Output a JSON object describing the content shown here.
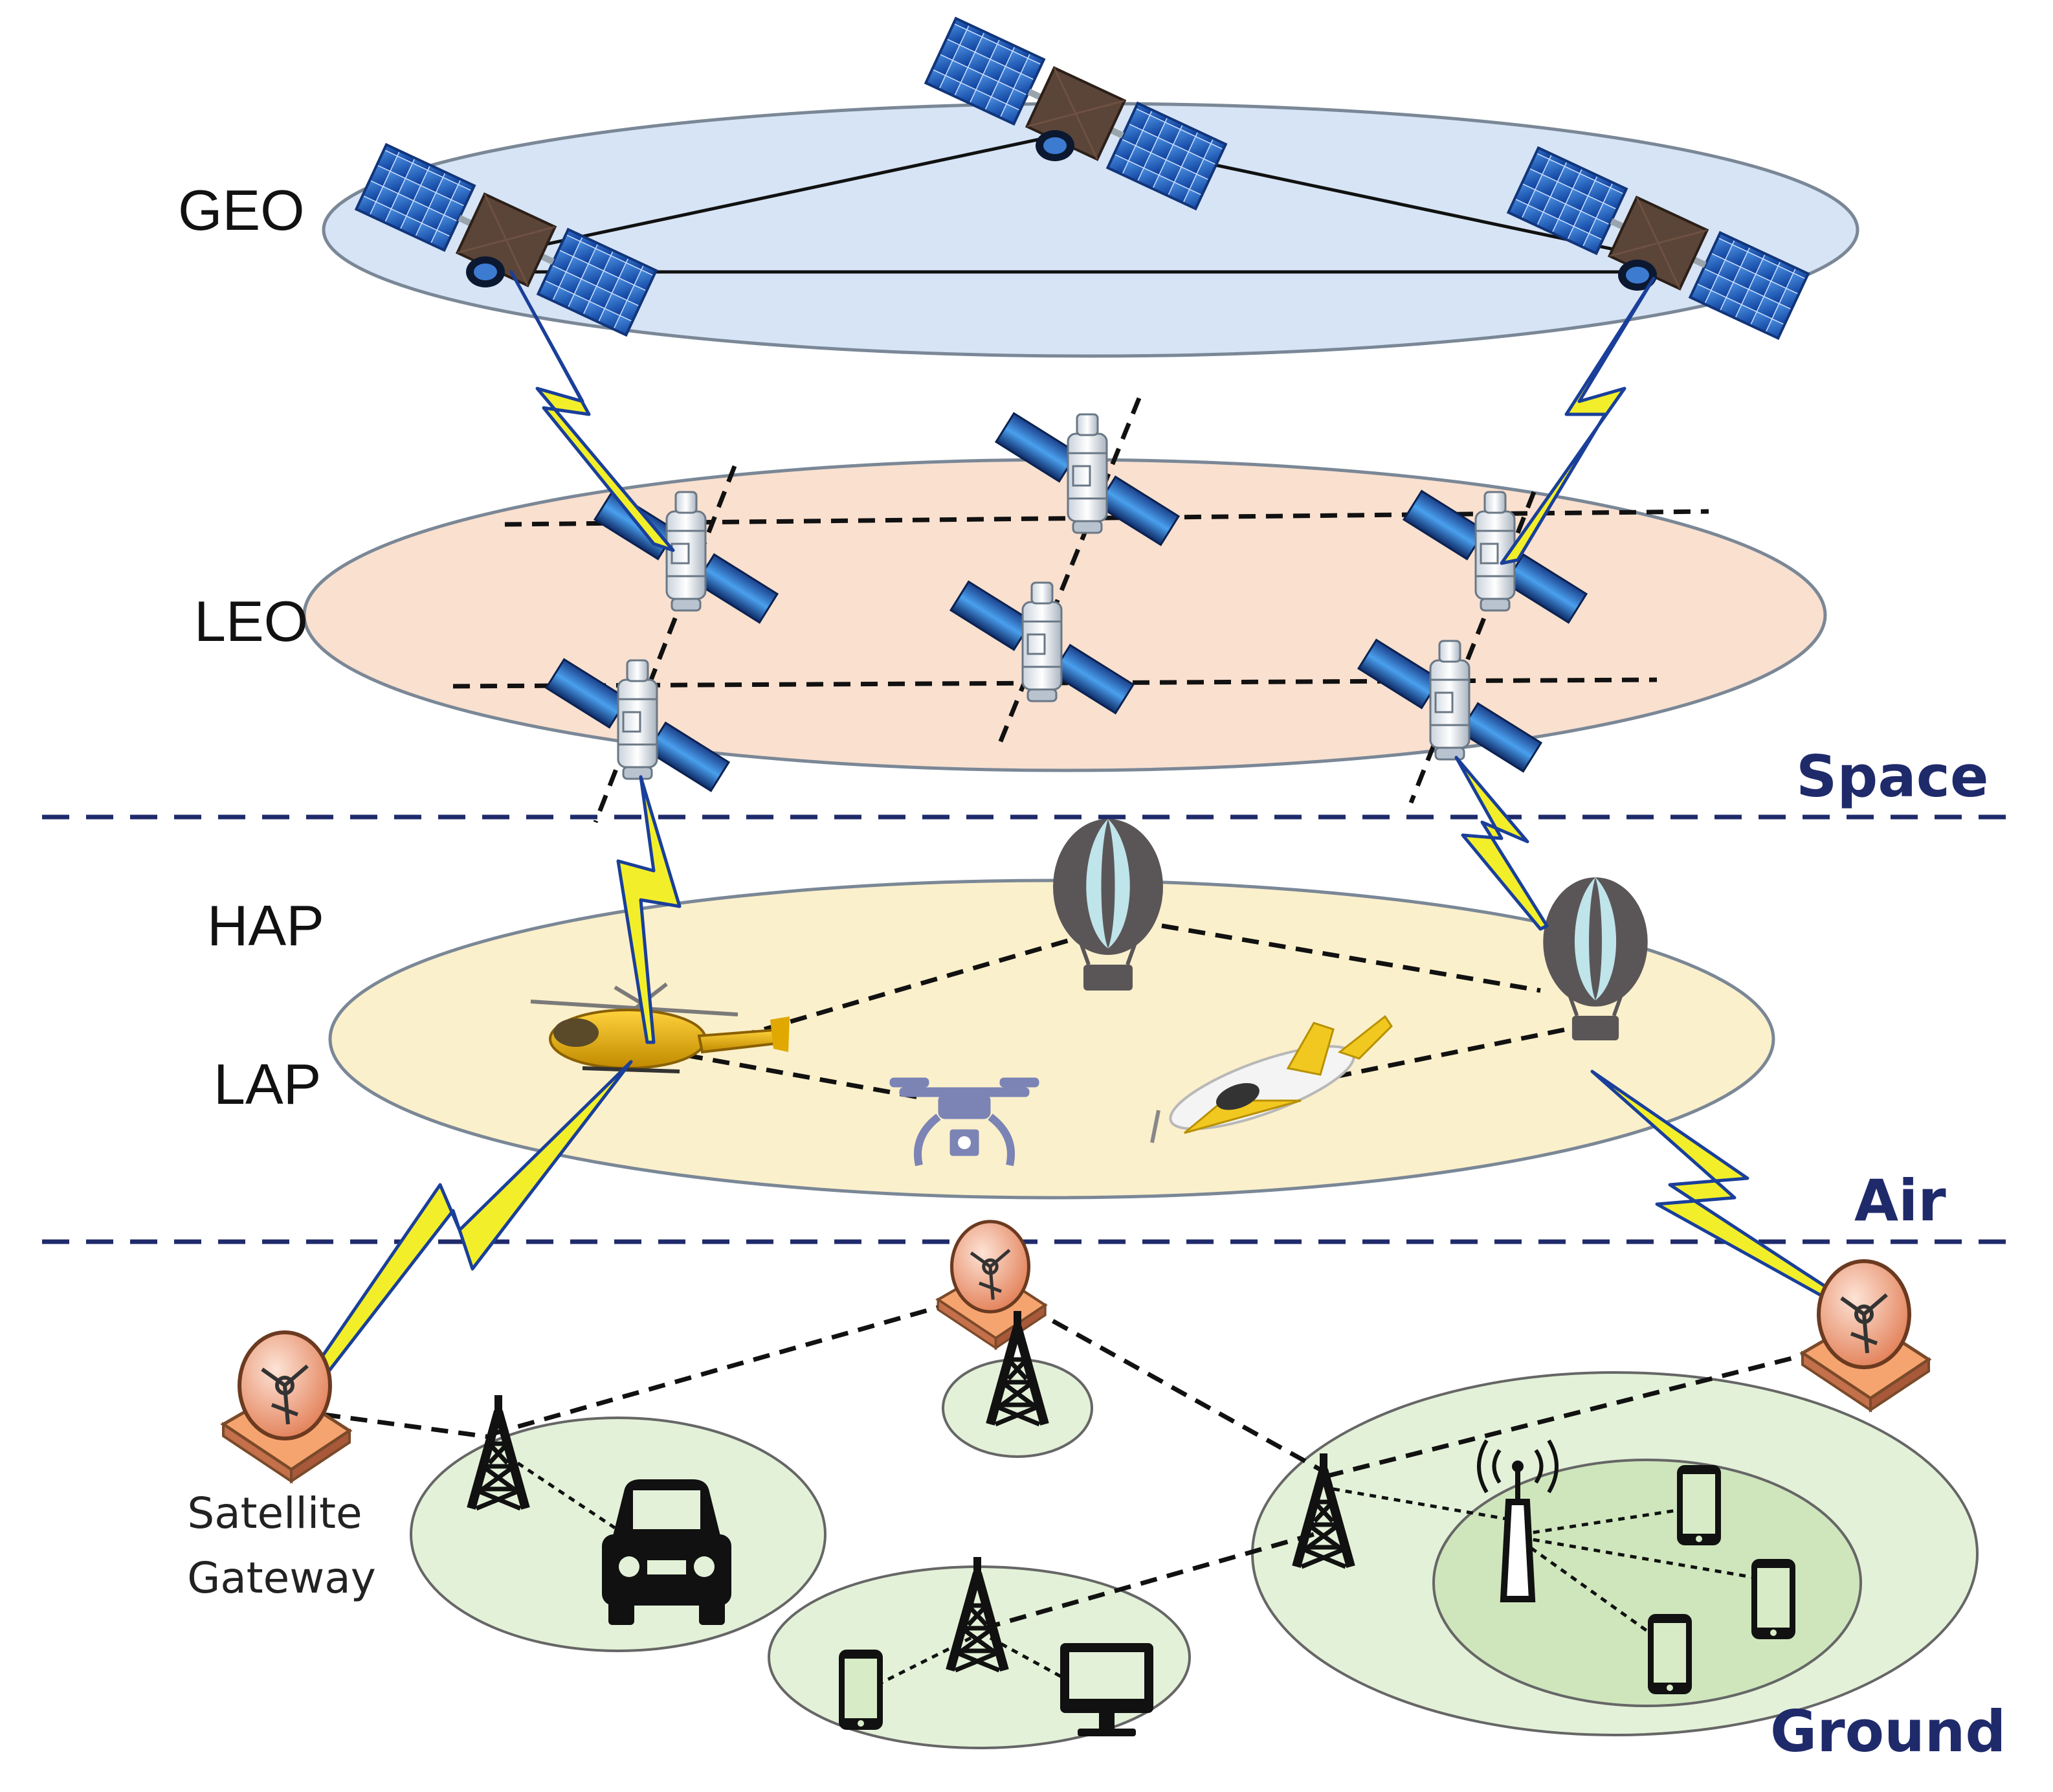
{
  "layers": {
    "geo": "GEO",
    "leo": "LEO",
    "hap": "HAP",
    "lap": "LAP"
  },
  "regions": {
    "space": "Space",
    "air": "Air",
    "ground": "Ground"
  },
  "gateway_label": {
    "line1": "Satellite",
    "line2": "Gateway"
  },
  "colors": {
    "geo_plane": "#d6e4f5",
    "leo_plane": "#f9e0cf",
    "air_plane": "#fbf0cc",
    "ground_cell": "#e3f1d8",
    "ground_cell_inner": "#cfe6bd",
    "divider": "#1f2a6b",
    "lightning": "#f2ef2a",
    "link_line": "#1a3f9a"
  },
  "icons": [
    "satellite-icon",
    "leo-satellite-icon",
    "balloon-icon",
    "helicopter-icon",
    "drone-icon",
    "airplane-icon",
    "satellite-dish-icon",
    "cell-tower-icon",
    "car-icon",
    "smartphone-icon",
    "monitor-icon",
    "wifi-router-icon"
  ]
}
